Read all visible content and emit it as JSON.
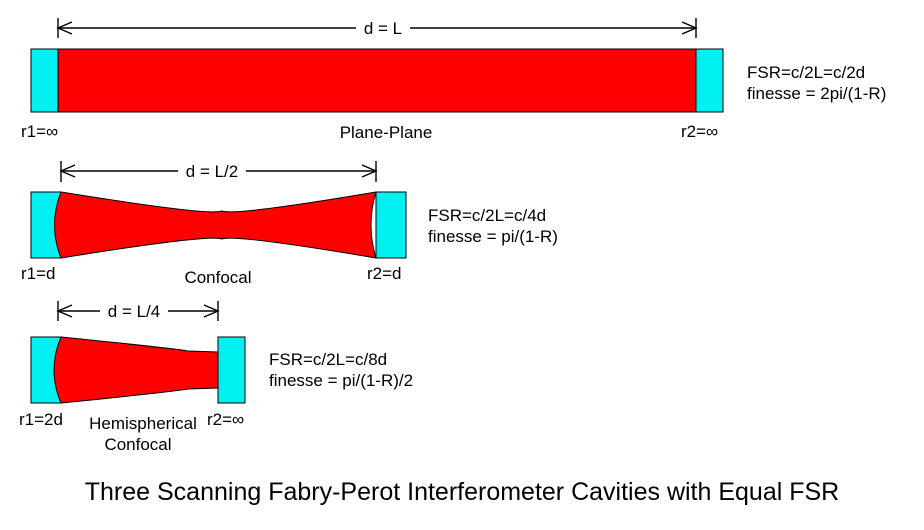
{
  "colors": {
    "mirror": "#00f0f0",
    "beam": "#ff0000",
    "outline": "#000000"
  },
  "cavities": [
    {
      "name": "Plane-Plane",
      "distance": "d = L",
      "r1": "r1=∞",
      "r2": "r2=∞",
      "fsr": "FSR=c/2L=c/2d",
      "finesse": "finesse = 2pi/(1-R)"
    },
    {
      "name": "Confocal",
      "distance": "d = L/2",
      "r1": "r1=d",
      "r2": "r2=d",
      "fsr": "FSR=c/2L=c/4d",
      "finesse": "finesse = pi/(1-R)"
    },
    {
      "name_line1": "Hemispherical",
      "name_line2": "Confocal",
      "distance": "d = L/4",
      "r1": "r1=2d",
      "r2": "r2=∞",
      "fsr": "FSR=c/2L=c/8d",
      "finesse": "finesse = pi/(1-R)/2"
    }
  ],
  "caption": "Three Scanning Fabry-Perot Interferometer Cavities with Equal FSR"
}
